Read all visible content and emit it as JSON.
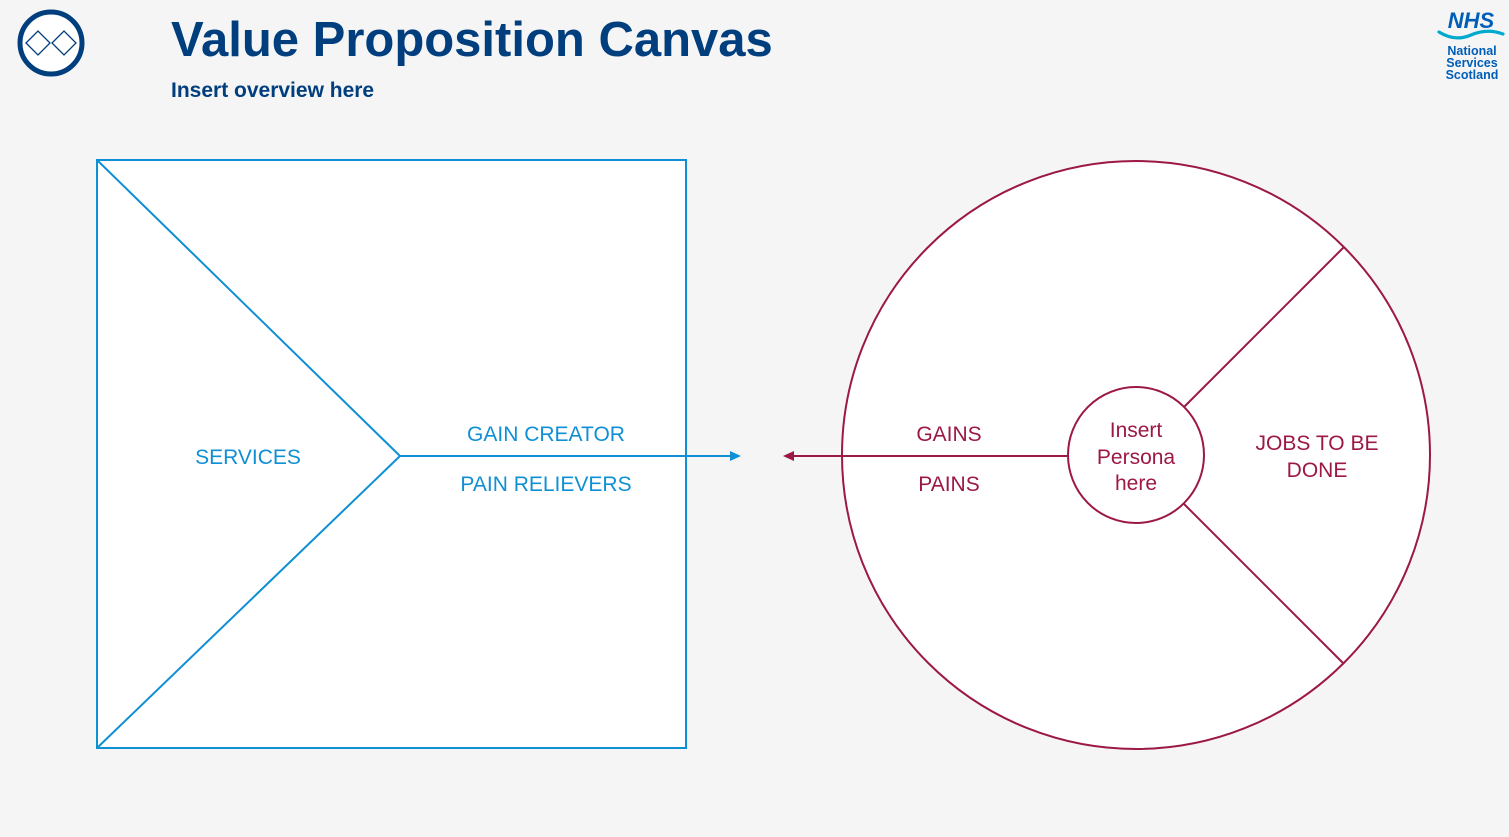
{
  "header": {
    "title": "Value Proposition Canvas",
    "subtitle": "Insert overview here"
  },
  "logo": {
    "icon": "double-diamond-icon",
    "color": "#003e7e"
  },
  "brand": {
    "mark": "NHS",
    "lines": [
      "National",
      "Services",
      "Scotland"
    ],
    "color": "#005eb8"
  },
  "value_map": {
    "color": "#0f8fd4",
    "services": "SERVICES",
    "gain_creator": "GAIN CREATOR",
    "pain_relievers": "PAIN RELIEVERS"
  },
  "customer_profile": {
    "color": "#9c1845",
    "gains": "GAINS",
    "pains": "PAINS",
    "jobs": [
      "JOBS TO BE",
      "DONE"
    ],
    "persona": [
      "Insert",
      "Persona",
      "here"
    ]
  }
}
